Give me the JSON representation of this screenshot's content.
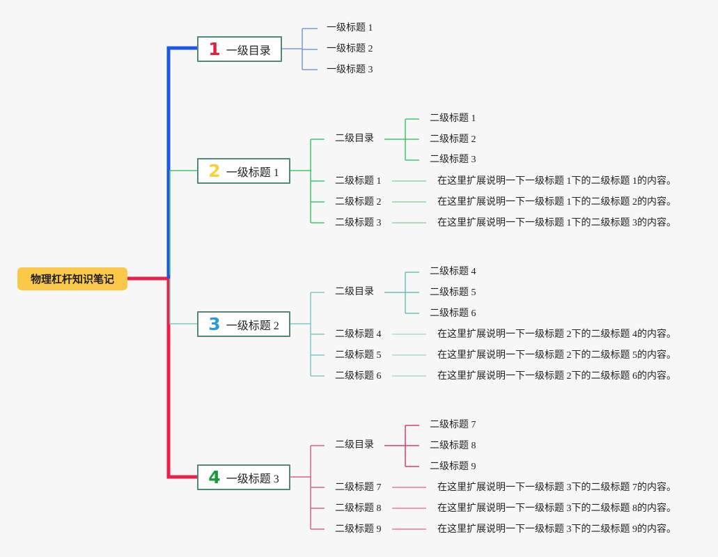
{
  "root": {
    "label": "物理杠杆知识笔记"
  },
  "colors": {
    "blue": "#1e56e6",
    "green": "#3cc86b",
    "teal": "#7ec8c0",
    "red": "#e8204a",
    "num1": "#e02040",
    "num2": "#f5d040",
    "num3": "#2a9ad8",
    "num4": "#1a9a3c"
  },
  "branches": [
    {
      "num": "1",
      "label": "一级目录",
      "children": [
        "一级标题 1",
        "一级标题 2",
        "一级标题 3"
      ]
    },
    {
      "num": "2",
      "label": "一级标题 1",
      "toc": {
        "label": "二级目录",
        "children": [
          "二级标题 1",
          "二级标题 2",
          "二级标题 3"
        ]
      },
      "items": [
        {
          "label": "二级标题 1",
          "desc": "在这里扩展说明一下一级标题 1下的二级标题 1的内容。"
        },
        {
          "label": "二级标题 2",
          "desc": "在这里扩展说明一下一级标题 1下的二级标题 2的内容。"
        },
        {
          "label": "二级标题 3",
          "desc": "在这里扩展说明一下一级标题 1下的二级标题 3的内容。"
        }
      ]
    },
    {
      "num": "3",
      "label": "一级标题 2",
      "toc": {
        "label": "二级目录",
        "children": [
          "二级标题 4",
          "二级标题 5",
          "二级标题 6"
        ]
      },
      "items": [
        {
          "label": "二级标题 4",
          "desc": "在这里扩展说明一下一级标题 2下的二级标题 4的内容。"
        },
        {
          "label": "二级标题 5",
          "desc": "在这里扩展说明一下一级标题 2下的二级标题 5的内容。"
        },
        {
          "label": "二级标题 6",
          "desc": "在这里扩展说明一下一级标题 2下的二级标题 6的内容。"
        }
      ]
    },
    {
      "num": "4",
      "label": "一级标题 3",
      "toc": {
        "label": "二级目录",
        "children": [
          "二级标题 7",
          "二级标题 8",
          "二级标题 9"
        ]
      },
      "items": [
        {
          "label": "二级标题 7",
          "desc": "在这里扩展说明一下一级标题 3下的二级标题 7的内容。"
        },
        {
          "label": "二级标题 8",
          "desc": "在这里扩展说明一下一级标题 3下的二级标题 8的内容。"
        },
        {
          "label": "二级标题 9",
          "desc": "在这里扩展说明一下一级标题 3下的二级标题 9的内容。"
        }
      ]
    }
  ]
}
